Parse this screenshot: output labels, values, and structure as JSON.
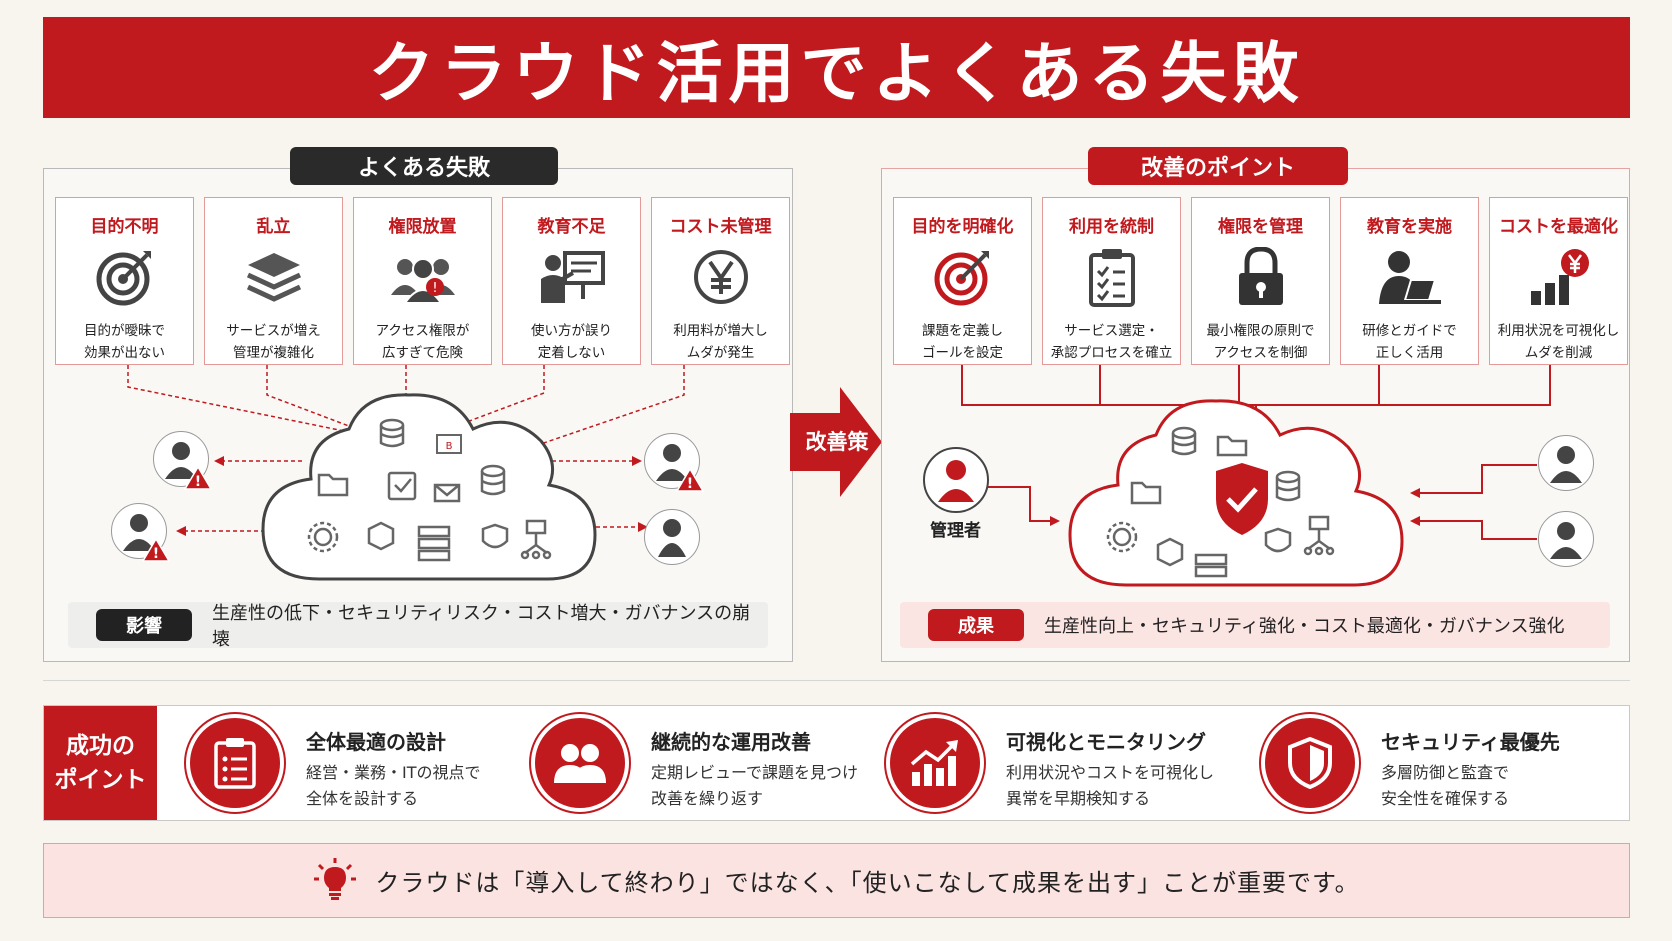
{
  "title": "クラウド活用でよくある失敗",
  "left_panel": {
    "label": "よくある失敗",
    "cards": [
      {
        "title": "目的不明",
        "icon": "target-icon",
        "desc": [
          "目的が曖昧で",
          "効果が出ない"
        ]
      },
      {
        "title": "乱立",
        "icon": "layers-icon",
        "desc": [
          "サービスが増え",
          "管理が複雑化"
        ]
      },
      {
        "title": "権限放置",
        "icon": "users-group-icon",
        "desc": [
          "アクセス権限が",
          "広すぎて危険"
        ]
      },
      {
        "title": "教育不足",
        "icon": "presentation-icon",
        "desc": [
          "使い方が誤り",
          "定着しない"
        ]
      },
      {
        "title": "コスト未管理",
        "icon": "yen-icon",
        "desc": [
          "利用料が増大し",
          "ムダが発生"
        ]
      }
    ],
    "impact_badge": "影響",
    "impact_text": "生産性の低下・セキュリティリスク・コスト増大・ガバナンスの崩壊"
  },
  "middle_arrow": "改善策",
  "right_panel": {
    "label": "改善のポイント",
    "cards": [
      {
        "title": "目的を明確化",
        "icon": "target-icon",
        "desc": [
          "課題を定義し",
          "ゴールを設定"
        ]
      },
      {
        "title": "利用を統制",
        "icon": "checklist-icon",
        "desc": [
          "サービス選定・",
          "承認プロセスを確立"
        ]
      },
      {
        "title": "権限を管理",
        "icon": "lock-icon",
        "desc": [
          "最小権限の原則で",
          "アクセスを制御"
        ]
      },
      {
        "title": "教育を実施",
        "icon": "user-laptop-icon",
        "desc": [
          "研修とガイドで",
          "正しく活用"
        ]
      },
      {
        "title": "コストを最適化",
        "icon": "chart-yen-icon",
        "desc": [
          "利用状況を可視化し",
          "ムダを削減"
        ]
      }
    ],
    "admin_label": "管理者",
    "impact_badge": "成果",
    "impact_text": "生産性向上・セキュリティ強化・コスト最適化・ガバナンス強化"
  },
  "success": {
    "label_line1": "成功の",
    "label_line2": "ポイント",
    "items": [
      {
        "title": "全体最適の設計",
        "icon": "clipboard-icon",
        "desc": [
          "経営・業務・ITの視点で",
          "全体を設計する"
        ]
      },
      {
        "title": "継続的な運用改善",
        "icon": "team-icon",
        "desc": [
          "定期レビューで課題を見つけ",
          "改善を繰り返す"
        ]
      },
      {
        "title": "可視化とモニタリング",
        "icon": "growth-chart-icon",
        "desc": [
          "利用状況やコストを可視化し",
          "異常を早期検知する"
        ]
      },
      {
        "title": "セキュリティ最優先",
        "icon": "shield-icon",
        "desc": [
          "多層防御と監査で",
          "安全性を確保する"
        ]
      }
    ]
  },
  "banner": "クラウドは「導入して終わり」ではなく、「使いこなして成果を出す」ことが重要です。",
  "colors": {
    "accent": "#c0191e",
    "dark": "#2a2a2a",
    "background": "#f8f4ee"
  }
}
